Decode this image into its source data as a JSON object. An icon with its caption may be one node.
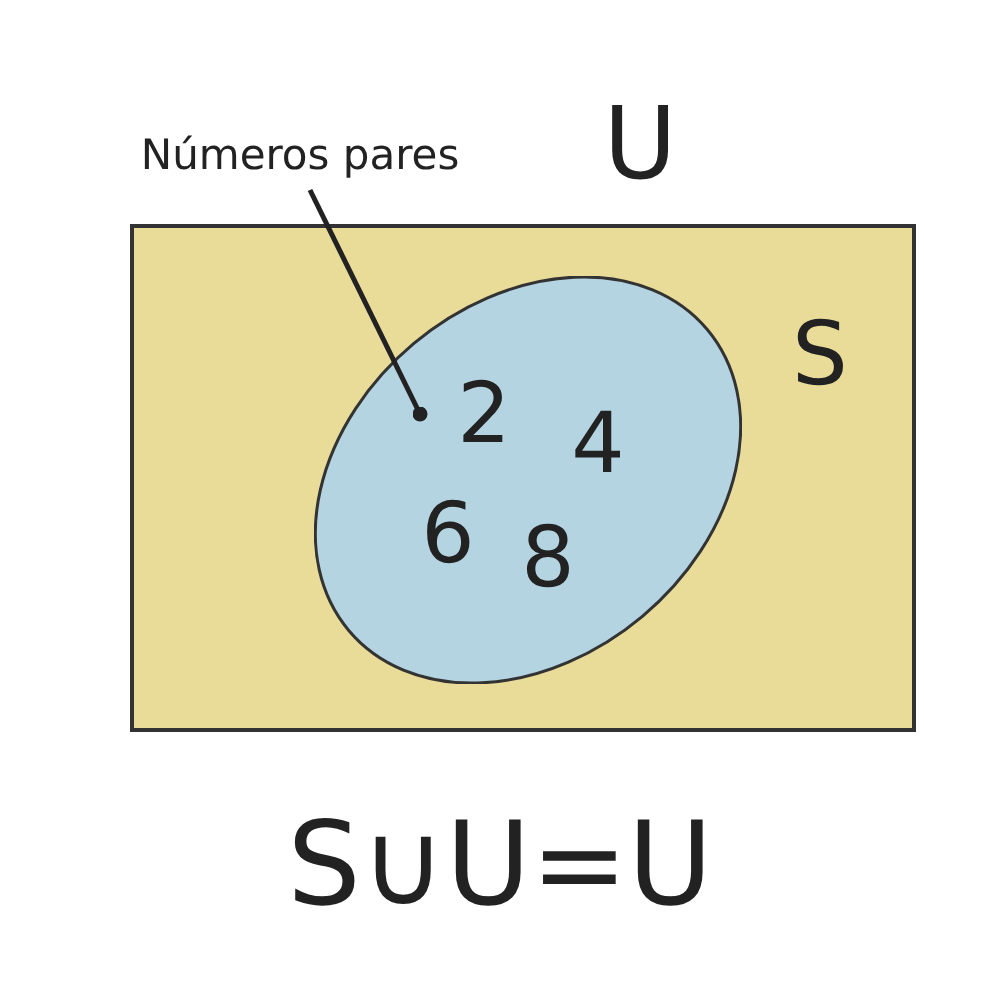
{
  "diagram": {
    "caption": "S∪U=U",
    "nodes": [
      {
        "text": [
          "U",
          "S"
        ]
      },
      {
        "text": [
          "2",
          "4",
          "6",
          "8"
        ],
        "in": 0
      },
      {
        "text": [
          "Números pares"
        ]
      }
    ],
    "edges": [
      {
        "from": 2,
        "to": 1,
        "arrow": "other"
      }
    ]
  }
}
